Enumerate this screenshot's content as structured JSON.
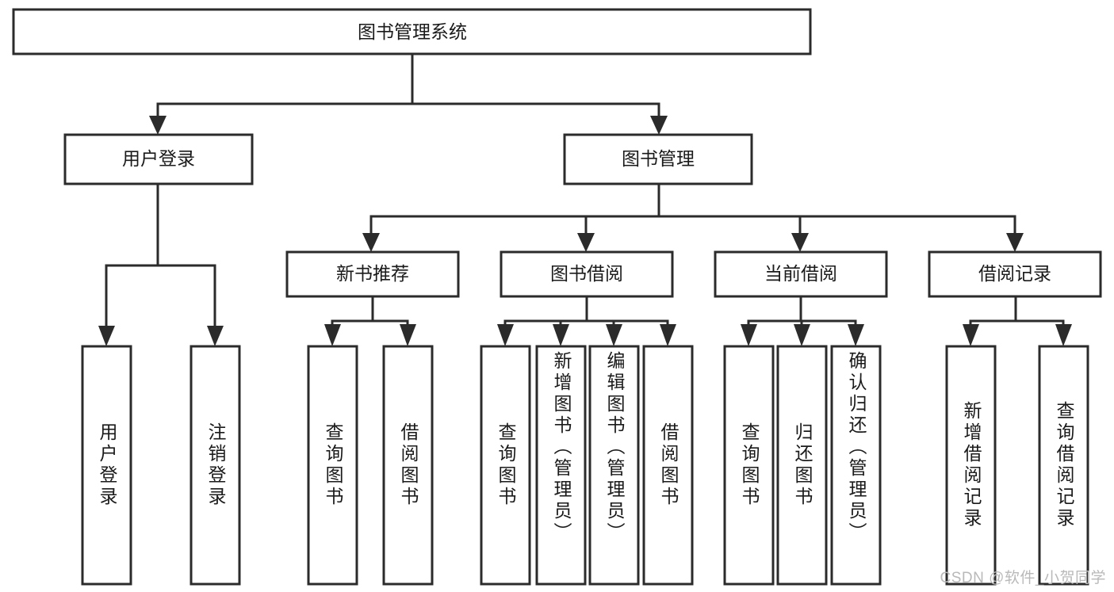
{
  "diagram": {
    "type": "tree-hierarchy",
    "title": "图书管理系统",
    "orientation": "top-down",
    "watermark": "CSDN @软件_小贺同学",
    "colors": {
      "box_stroke": "#2b2b2b",
      "box_fill": "#ffffff",
      "connector": "#2b2b2b",
      "text": "#1a1a1a",
      "watermark": "#b9b9b9",
      "background": "#ffffff"
    },
    "root": {
      "label": "图书管理系统"
    },
    "level2": [
      {
        "label": "用户登录"
      },
      {
        "label": "图书管理"
      }
    ],
    "level3": [
      {
        "label": "新书推荐"
      },
      {
        "label": "图书借阅"
      },
      {
        "label": "当前借阅"
      },
      {
        "label": "借阅记录"
      }
    ],
    "leaves": {
      "user_login": [
        {
          "label": "用户登录"
        },
        {
          "label": "注销登录"
        }
      ],
      "new_book_recommend": [
        {
          "label": "查询图书"
        },
        {
          "label": "借阅图书"
        }
      ],
      "book_borrow": [
        {
          "label": "查询图书"
        },
        {
          "label": "新增图书（管理员）"
        },
        {
          "label": "编辑图书（管理员）"
        },
        {
          "label": "借阅图书"
        }
      ],
      "current_borrow": [
        {
          "label": "查询图书"
        },
        {
          "label": "归还图书"
        },
        {
          "label": "确认归还（管理员）"
        }
      ],
      "borrow_record": [
        {
          "label": "新增借阅记录"
        },
        {
          "label": "查询借阅记录"
        }
      ]
    }
  }
}
